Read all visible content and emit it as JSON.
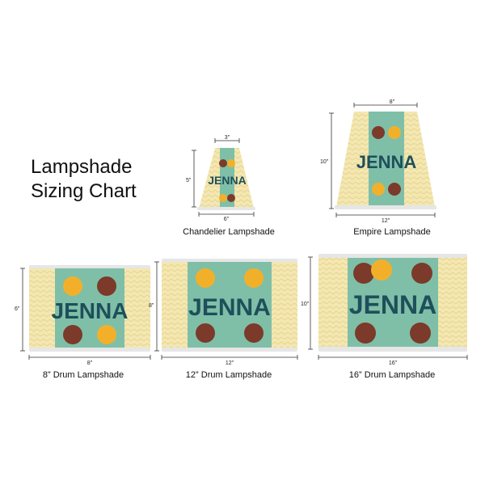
{
  "title": {
    "line1": "Lampshade",
    "line2": "Sizing Chart"
  },
  "design": {
    "name": "JENNA",
    "colors": {
      "background_pattern": "#f3e7b3",
      "chevron": "#e8d489",
      "panel": "#7fbfa8",
      "name_text": "#1f4f5a",
      "coconut": "#7b3a2a",
      "pineapple": "#f2b02a",
      "trim": "#e6e6e6"
    }
  },
  "lampshades": [
    {
      "caption": "Chandelier Lampshade",
      "width_label": "6\"",
      "height_label": "5\"",
      "top_label": "3\""
    },
    {
      "caption": "Empire Lampshade",
      "width_label": "12\"",
      "height_label": "10\"",
      "top_label": "8\""
    },
    {
      "caption": "8” Drum Lampshade",
      "width_label": "8\"",
      "height_label": "6\""
    },
    {
      "caption": "12” Drum Lampshade",
      "width_label": "12\"",
      "height_label": "8\""
    },
    {
      "caption": "16” Drum Lampshade",
      "width_label": "16\"",
      "height_label": "10\""
    }
  ]
}
